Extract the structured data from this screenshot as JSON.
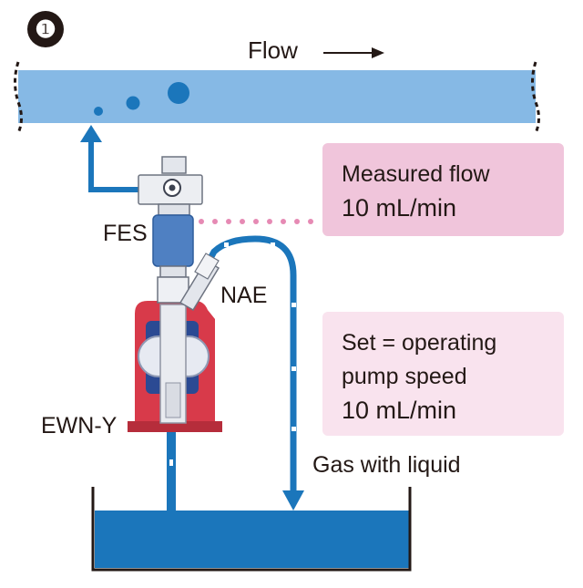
{
  "step": {
    "number": "❶"
  },
  "flow": {
    "label": "Flow"
  },
  "labels": {
    "fes": "FES",
    "nae": "NAE",
    "pump": "EWN-Y",
    "gas": "Gas with liquid"
  },
  "measured": {
    "title": "Measured flow",
    "value": "10 mL/min"
  },
  "set": {
    "line1": "Set = operating",
    "line2": "pump speed",
    "value": "10 mL/min"
  },
  "colors": {
    "pipe": "#86b9e5",
    "line": "#1b76bb",
    "tank": "#1b76bb",
    "pump_red": "#d83a4a",
    "sensor_blue": "#4f80c2",
    "callout_measured": "#f0c5db",
    "callout_set": "#f9e3ee",
    "dots": "#e68ab4",
    "text": "#231815"
  }
}
